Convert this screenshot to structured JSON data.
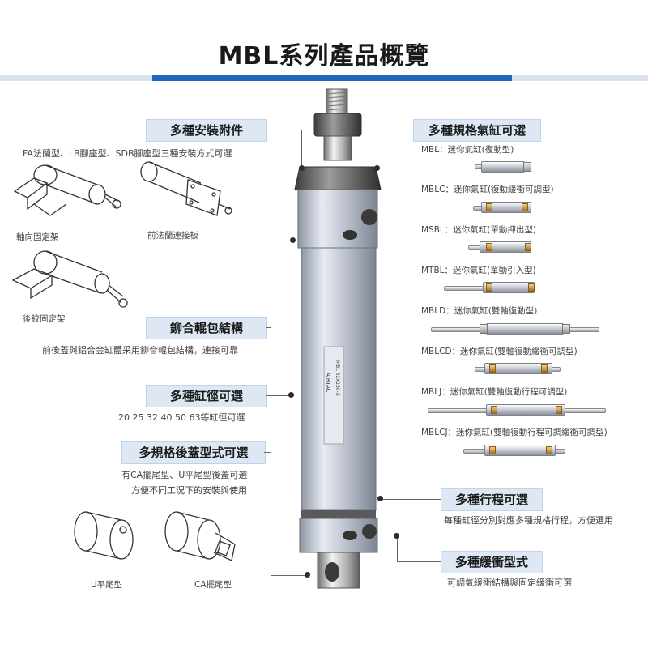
{
  "title": "MBL系列產品概覽",
  "left": {
    "accessories": {
      "label": "多種安裝附件",
      "desc": "FA法蘭型、LB腳座型、SDB腳座型三種安裝方式可選",
      "captions": [
        "軸向固定架",
        "前法蘭連接板",
        "後鉸固定架"
      ]
    },
    "riveting": {
      "label": "鉚合輥包結構",
      "desc": "前後蓋與鋁合金缸體采用鉚合輥包結構，連接可靠"
    },
    "bore": {
      "label": "多種缸徑可選",
      "desc": "20  25  32  40  50  63等缸徑可選"
    },
    "rear_cover": {
      "label": "多規格後蓋型式可選",
      "desc_lines": [
        "有CA擺尾型、U平尾型後蓋可選",
        "方便不同工況下的安裝與使用"
      ],
      "captions": [
        "U平尾型",
        "CA擺尾型"
      ]
    }
  },
  "right": {
    "specs": {
      "label": "多種規格氣缸可選",
      "models": [
        "MBL：迷你氣缸(復動型)",
        "MBLC：迷你氣缸(復動緩衝可調型)",
        "MSBL：迷你氣缸(單動押出型)",
        "MTBL：迷你氣缸(單動引入型)",
        "MBLD：迷你氣缸(雙軸復動型)",
        "MBLCD：迷你氣缸(雙軸復動緩衝可調型)",
        "MBLJ：迷你氣缸(雙軸復動行程可調型)",
        "MBLCJ：迷你氣缸(雙軸復動行程可調緩衝可調型)"
      ]
    },
    "stroke": {
      "label": "多種行程可選",
      "desc": "每種缸徑分別對應多種規格行程，方便選用"
    },
    "cushion": {
      "label": "多種緩衝型式",
      "desc": "可調氣緩衝結構與固定緩衝可選"
    }
  },
  "cylinder_label": {
    "brand": "AIRTAC",
    "model": "MBL 32X150-S"
  },
  "colors": {
    "accent_blue": "#1d66b8",
    "label_bg": "#dde8f4",
    "bar_light": "#d9e2ee"
  }
}
